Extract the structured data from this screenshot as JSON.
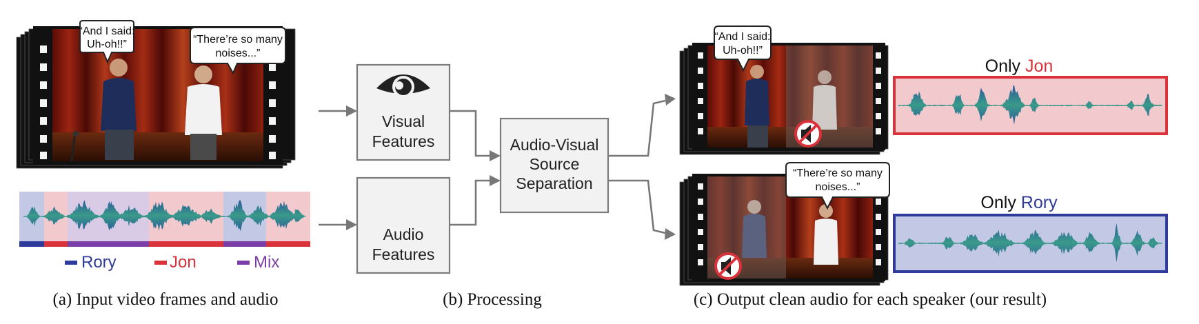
{
  "panel_a": {
    "bubble_left": [
      "“And I said:",
      "Uh-oh!!”"
    ],
    "bubble_right": [
      "“There’re so many",
      "noises...”"
    ],
    "legend": [
      {
        "label": "Rory",
        "color": "#2f3b9a"
      },
      {
        "label": "Jon",
        "color": "#d9323b"
      },
      {
        "label": "Mix",
        "color": "#7a3ea6"
      }
    ],
    "caption": "(a) Input video frames and audio"
  },
  "panel_b": {
    "visual_box": [
      "Visual",
      "Features"
    ],
    "audio_box": [
      "Audio",
      "Features"
    ],
    "separation_box": [
      "Audio-Visual",
      "Source",
      "Separation"
    ],
    "caption": "(b) Processing"
  },
  "panel_c": {
    "top": {
      "bubble": [
        "“And I said:",
        "Uh-oh!!”"
      ],
      "title_prefix": "Only ",
      "title_name": "Jon",
      "name_color": "#d9323b",
      "panel_color": "#f2c9cc",
      "border_color": "#d9323b"
    },
    "bottom": {
      "bubble": [
        "“There’re so many",
        "noises...”"
      ],
      "title_prefix": "Only ",
      "title_name": "Rory",
      "name_color": "#2f3b9a",
      "panel_color": "#c3c8e4",
      "border_color": "#2f3b9a"
    },
    "caption": "(c) Output clean audio for each speaker (our result)"
  },
  "icons": {
    "eye": "eye-icon",
    "mute_top": "muted-speaker-icon",
    "mute_bottom": "muted-speaker-icon",
    "mic": "microphone-icon"
  }
}
